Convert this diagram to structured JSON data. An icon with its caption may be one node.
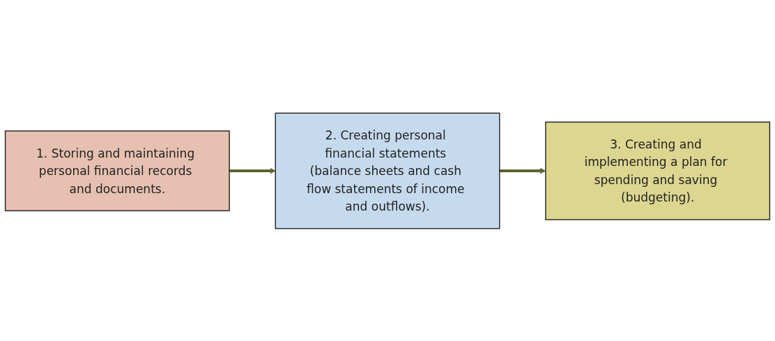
{
  "diagram": {
    "nodes": [
      {
        "text": [
          "1. Storing and maintaining personal financial records and documents."
        ]
      },
      {
        "text": [
          "2. Creating personal financial statements (balance sheets and cash flow statements of income and outflows)."
        ]
      },
      {
        "text": [
          "3. Creating and implementing a plan for spending and saving (budgeting)."
        ]
      }
    ],
    "edges": [
      {
        "from": 0,
        "to": 1,
        "arrow": "to"
      },
      {
        "from": 1,
        "to": 2,
        "arrow": "to"
      }
    ]
  }
}
